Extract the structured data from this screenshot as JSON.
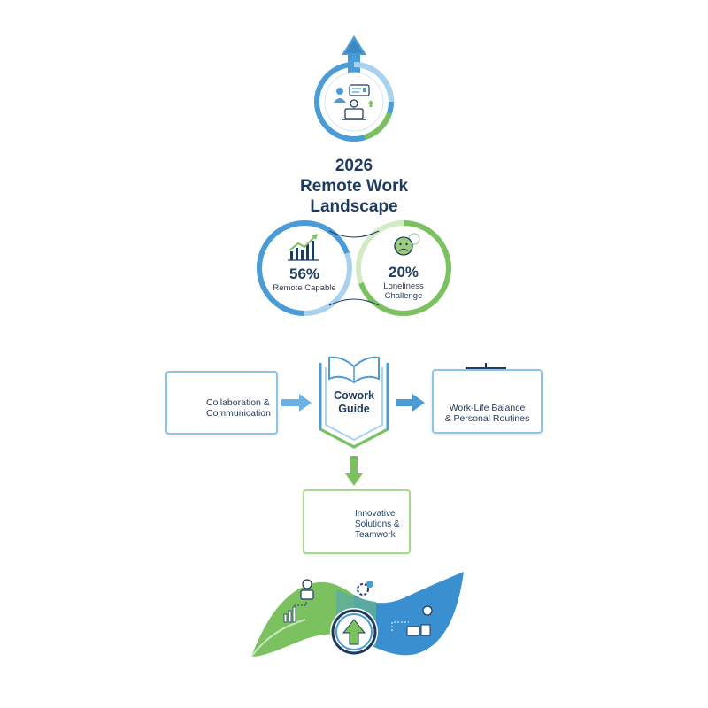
{
  "title": {
    "year": "2026",
    "line1": "Remote Work",
    "line2": "Landscape"
  },
  "stats": [
    {
      "value": "56%",
      "label": "Remote Capable",
      "percent": 56,
      "color": "#4a9bd6"
    },
    {
      "value": "20%",
      "label_line1": "Loneliness",
      "label_line2": "Challenge",
      "percent": 20,
      "color": "#7cc160"
    }
  ],
  "nodes": {
    "collaboration": {
      "line1": "Collaboration &",
      "line2": "Communication"
    },
    "guide": {
      "line1": "Cowork",
      "line2": "Guide"
    },
    "balance": {
      "line1": "Work-Life Balance",
      "line2": "& Personal Routines"
    },
    "innovation": {
      "line1": "Innovative",
      "line2": "Solutions &",
      "line3": "Teamwork"
    }
  },
  "colors": {
    "blue": "#4a9bd6",
    "light_blue": "#a9d2ef",
    "green": "#7cc160",
    "navy": "#1f3a5f"
  },
  "icons": [
    "up-arrow-icon",
    "remote-worker-icon",
    "growth-chart-icon",
    "sad-face-icon",
    "chat-icon",
    "book-icon",
    "scales-icon",
    "lightbulb-gears-icon",
    "progress-wave-icon"
  ]
}
